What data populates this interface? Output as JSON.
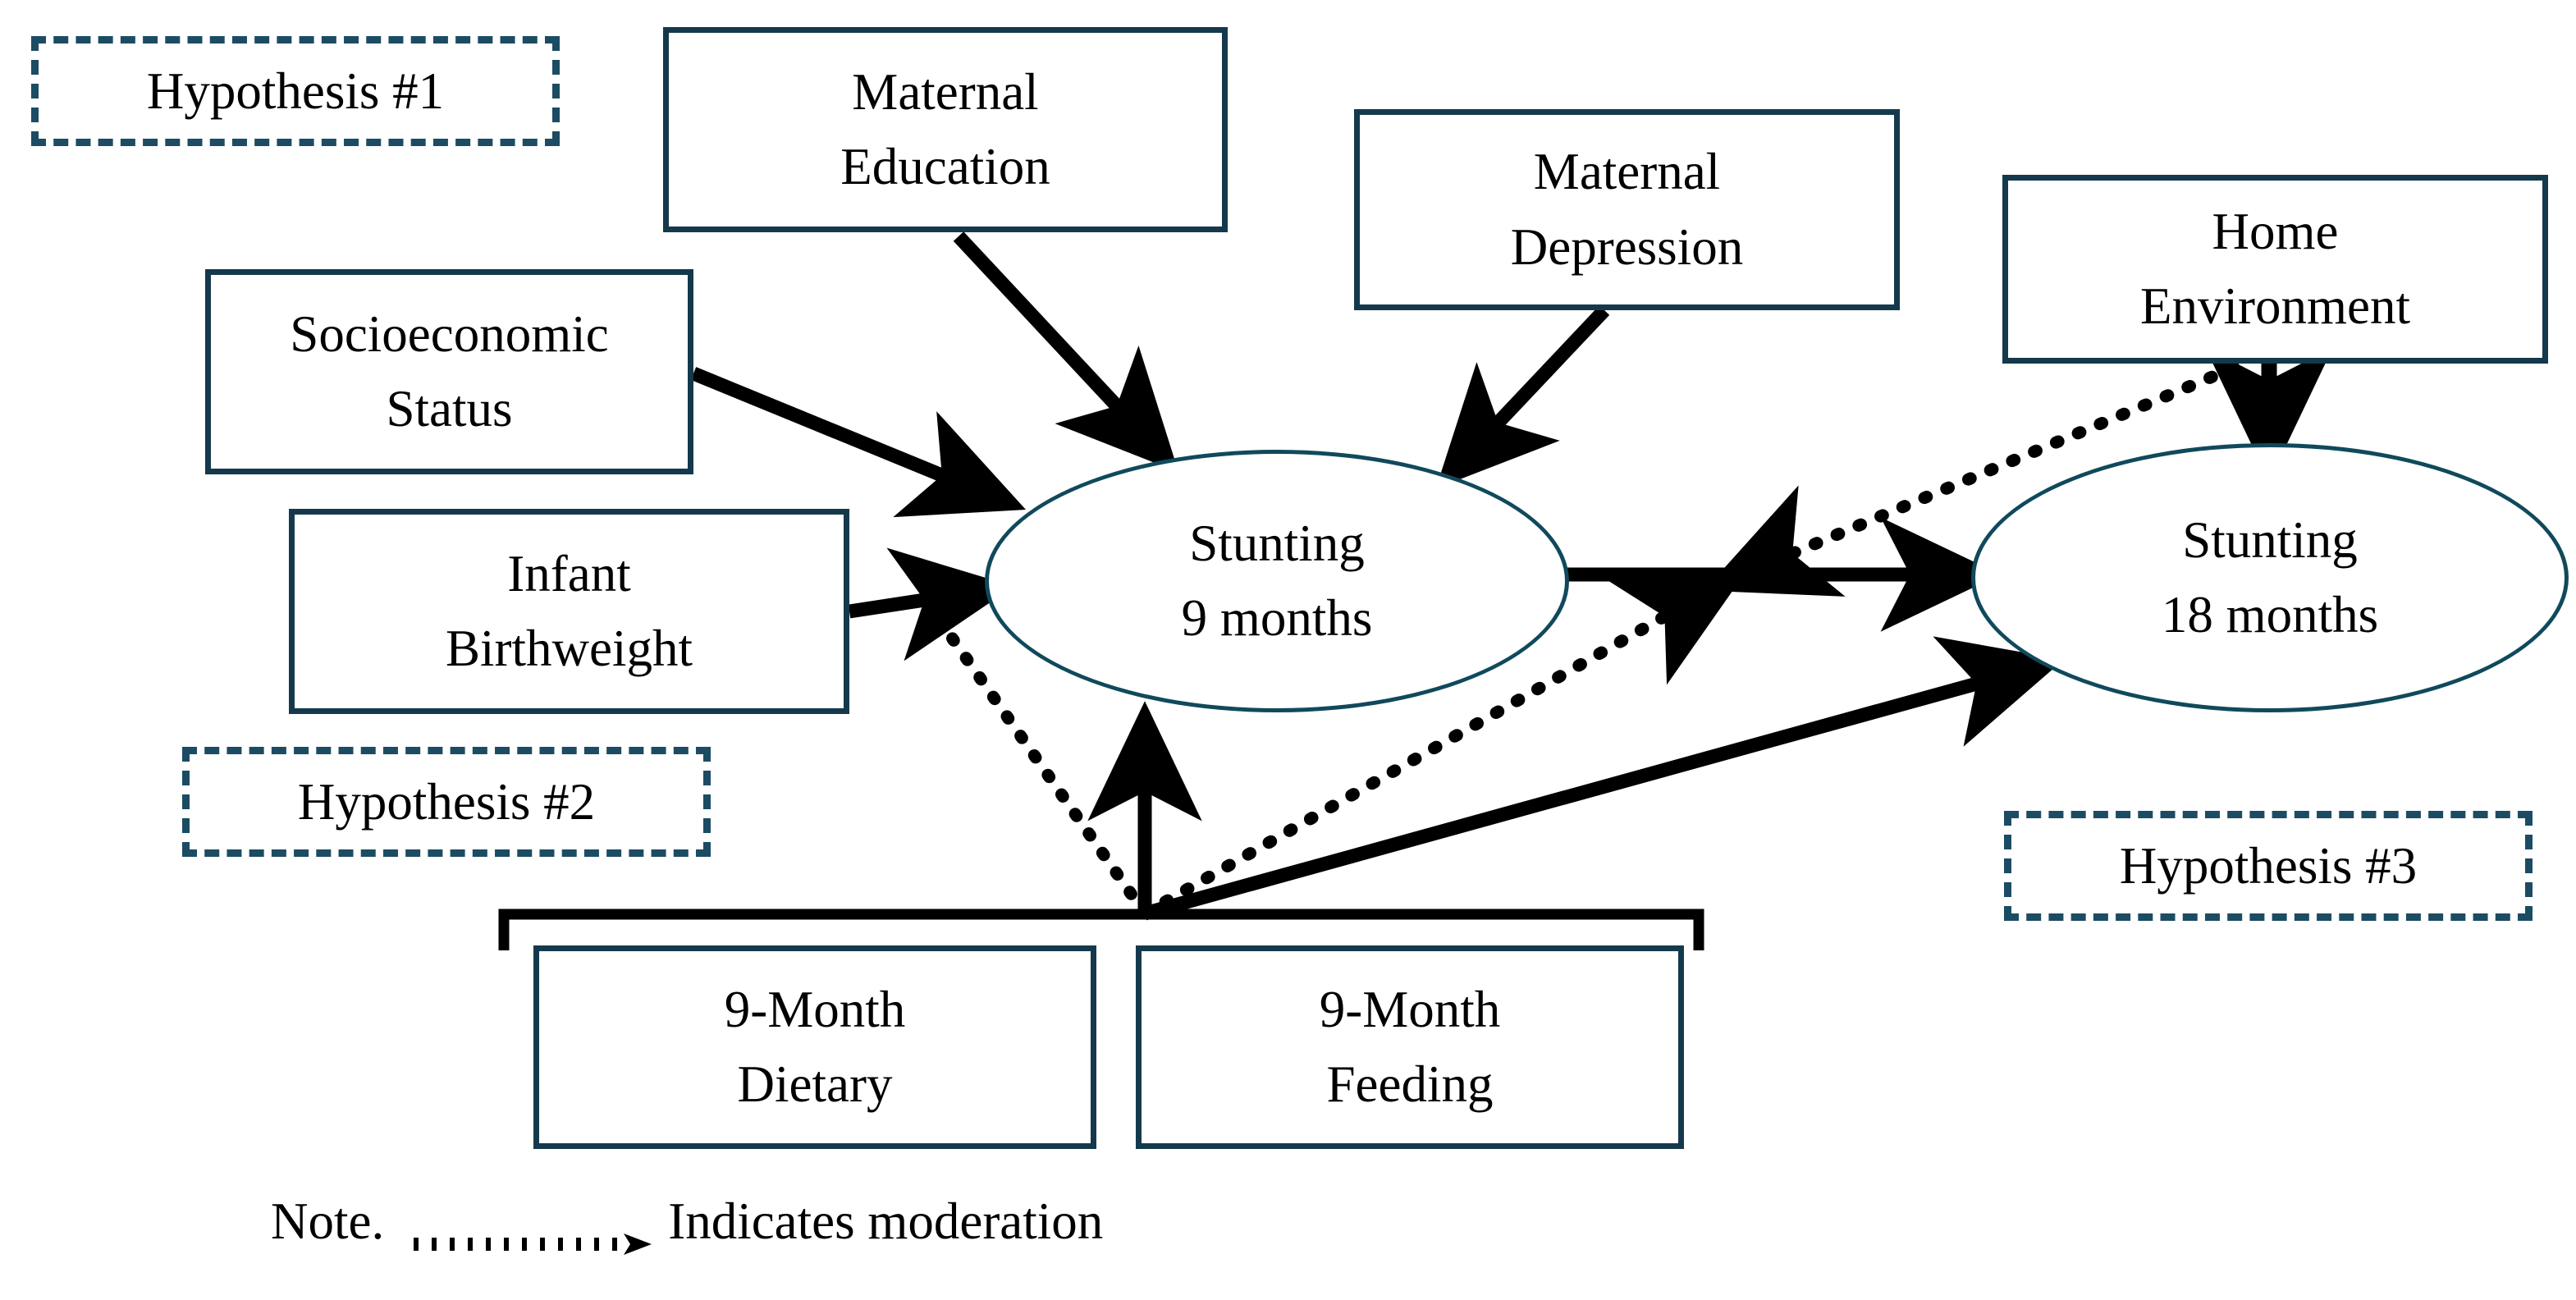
{
  "diagram": {
    "title_present": false,
    "nodes": [
      {
        "id": "maternal-education",
        "shape": "rect",
        "lines": [
          "Maternal",
          "Education"
        ]
      },
      {
        "id": "socioeconomic-status",
        "shape": "rect",
        "lines": [
          "Socioeconomic",
          "Status"
        ]
      },
      {
        "id": "infant-birthweight",
        "shape": "rect",
        "lines": [
          "Infant",
          "Birthweight"
        ]
      },
      {
        "id": "maternal-depression",
        "shape": "rect",
        "lines": [
          "Maternal",
          "Depression"
        ]
      },
      {
        "id": "home-environment",
        "shape": "rect",
        "lines": [
          "Home",
          "Environment"
        ]
      },
      {
        "id": "stunting-9-months",
        "shape": "ellipse",
        "lines": [
          "Stunting",
          "9 months"
        ]
      },
      {
        "id": "stunting-18-months",
        "shape": "ellipse",
        "lines": [
          "Stunting",
          "18 months"
        ]
      },
      {
        "id": "nine-month-dietary",
        "shape": "rect",
        "lines": [
          "9-Month",
          "Dietary"
        ]
      },
      {
        "id": "nine-month-feeding",
        "shape": "rect",
        "lines": [
          "9-Month",
          "Feeding"
        ]
      }
    ],
    "hypotheses": [
      {
        "id": "hypothesis-1",
        "label": "Hypothesis #1"
      },
      {
        "id": "hypothesis-2",
        "label": "Hypothesis #2"
      },
      {
        "id": "hypothesis-3",
        "label": "Hypothesis #3"
      }
    ],
    "note": {
      "label": "Note.",
      "legend_text": "Indicates moderation",
      "legend_line_style": "dotted-arrow"
    },
    "edges": [
      {
        "from": "maternal-education",
        "to": "stunting-9-months",
        "style": "solid"
      },
      {
        "from": "socioeconomic-status",
        "to": "stunting-9-months",
        "style": "solid"
      },
      {
        "from": "infant-birthweight",
        "to": "stunting-9-months",
        "style": "solid"
      },
      {
        "from": "maternal-depression",
        "to": "stunting-9-months",
        "style": "solid"
      },
      {
        "from": "home-environment",
        "to": "stunting-18-months",
        "style": "solid"
      },
      {
        "from": "stunting-9-months",
        "to": "stunting-18-months",
        "style": "solid"
      },
      {
        "from": "nine-month-diet-feeding-bracket",
        "to": "stunting-9-months",
        "style": "solid"
      },
      {
        "from": "nine-month-diet-feeding-bracket",
        "to": "stunting-18-months",
        "style": "solid"
      },
      {
        "from": "nine-month-diet-feeding-bracket",
        "to": "infant-birthweight-to-stunting-9-path",
        "style": "dotted"
      },
      {
        "from": "nine-month-diet-feeding-bracket",
        "to": "stunting-9-to-18-path",
        "style": "dotted"
      },
      {
        "from": "home-environment",
        "to": "stunting-9-to-18-path",
        "style": "dotted"
      }
    ],
    "colors": {
      "box_border": "#15394c",
      "ellipse_border": "#10495c",
      "dashed_border": "#1c4c63",
      "arrow": "#000000",
      "background": "#ffffff",
      "text": "#000000"
    }
  }
}
